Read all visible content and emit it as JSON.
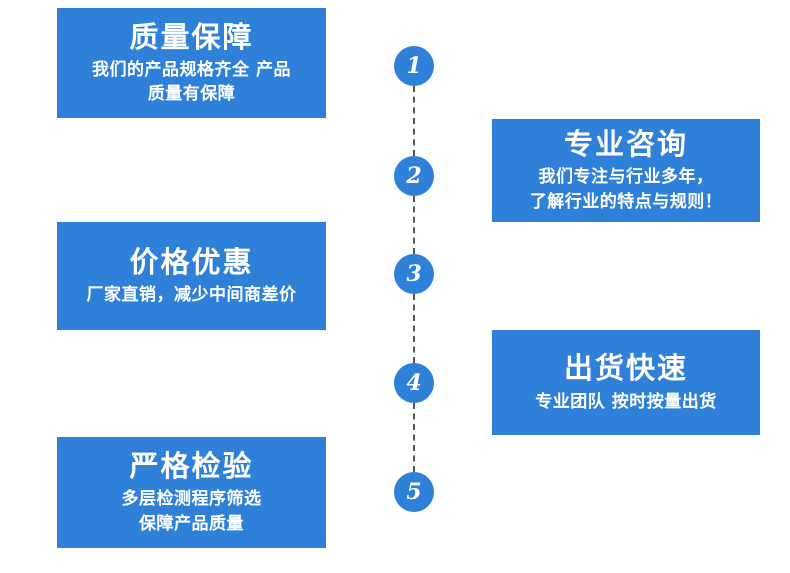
{
  "page": {
    "title": "服务优势流程图",
    "background_color": "#ffffff",
    "accent_color": "#2f80d8",
    "line_color": "#555555"
  },
  "cards": {
    "quality": {
      "title": "质量保障",
      "subtitle_lines": [
        "我们的产品规格齐全  产品",
        "质量有保障"
      ]
    },
    "price": {
      "title": "价格优惠",
      "subtitle_lines": [
        "厂家直销，减少中间商差价"
      ]
    },
    "inspect": {
      "title": "严格检验",
      "subtitle_lines": [
        "多层检测程序筛选",
        "保障产品质量"
      ]
    },
    "consult": {
      "title": "专业咨询",
      "subtitle_lines": [
        "我们专注与行业多年，",
        "了解行业的特点与规则！"
      ]
    },
    "shipping": {
      "title": "出货快速",
      "subtitle_lines": [
        "专业团队  按时按量出货"
      ]
    }
  },
  "timeline": {
    "steps": [
      {
        "number": "1"
      },
      {
        "number": "2"
      },
      {
        "number": "3"
      },
      {
        "number": "4"
      },
      {
        "number": "5"
      }
    ]
  }
}
